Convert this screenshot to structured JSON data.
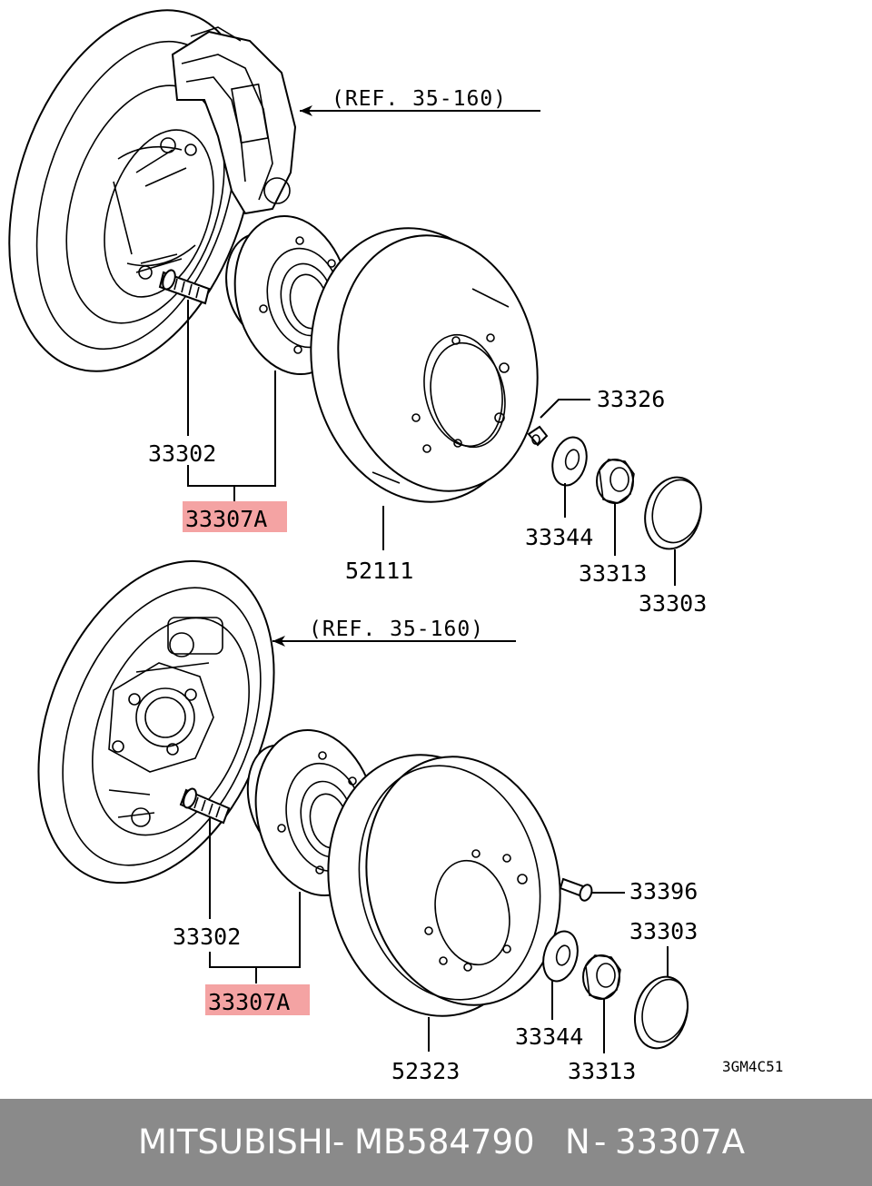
{
  "top_assembly": {
    "ref": "(REF. 35-160)",
    "parts": {
      "stud": "33302",
      "hub_assembly": "33307A",
      "disc": "52111",
      "bolt": "33326",
      "washer": "33344",
      "nut": "33313",
      "cap": "33303"
    }
  },
  "bottom_assembly": {
    "ref": "(REF. 35-160)",
    "parts": {
      "stud": "33302",
      "hub_assembly": "33307A",
      "drum": "52323",
      "screw": "33396",
      "cap": "33303",
      "washer": "33344",
      "nut": "33313"
    }
  },
  "diagram_code": "3GM4C51",
  "highlight_color": "#f4a3a3",
  "footer": {
    "brand": "MITSUBISHI",
    "separator": "-",
    "part_number": "MB584790",
    "n_label": "N",
    "n_separator": "-",
    "n_value": "33307A"
  }
}
